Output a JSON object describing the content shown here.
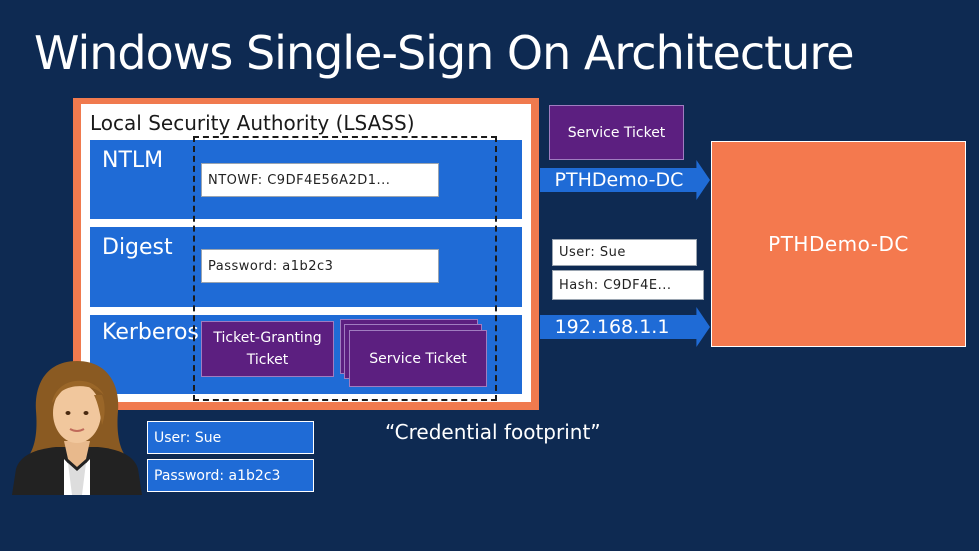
{
  "title": "Windows Single-Sign On Architecture",
  "lsass": {
    "label": "Local Security Authority (LSASS)",
    "ntlm": {
      "label": "NTLM",
      "value": "NTOWF: C9DF4E56A2D1..."
    },
    "digest": {
      "label": "Digest",
      "value": "Password: a1b2c3"
    },
    "kerberos": {
      "label": "Kerberos",
      "tgt_line1": "Ticket-Granting",
      "tgt_line2": "Ticket",
      "service_ticket": "Service Ticket"
    }
  },
  "top_service_ticket": "Service Ticket",
  "arrow_dc": "PTHDemo-DC",
  "arrow_ip": "192.168.1.1",
  "user_box": "User: Sue",
  "hash_box": "Hash: C9DF4E...",
  "dc_box": "PTHDemo-DC",
  "credentials": {
    "user": "User: Sue",
    "password": "Password: a1b2c3"
  },
  "footprint": "“Credential footprint”",
  "colors": {
    "background": "#0e2a52",
    "blue": "#1f6bd6",
    "orange": "#f4794e",
    "purple": "#5c1f80"
  },
  "icons": [
    "user-avatar-icon"
  ]
}
